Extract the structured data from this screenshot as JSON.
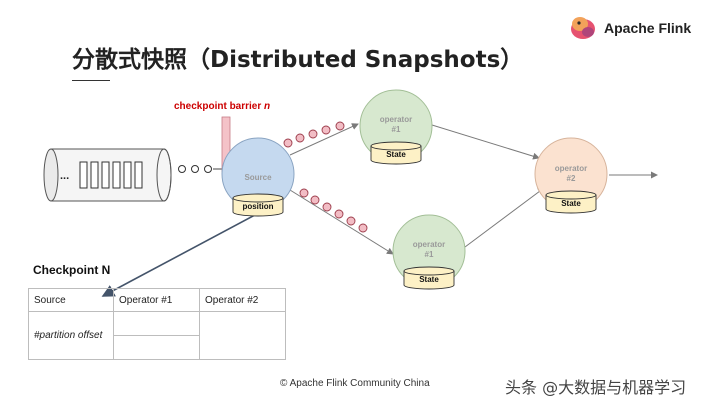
{
  "header": {
    "title": "分散式快照（Distributed Snapshots）",
    "brand": "Apache Flink"
  },
  "diagram": {
    "barrier_label": "checkpoint barrier",
    "barrier_n": "n",
    "stream_ellipsis": "...",
    "source": {
      "label": "Source",
      "store": "position"
    },
    "operator_top": {
      "line1": "operator",
      "line2": "#1",
      "store": "State"
    },
    "operator_bottom": {
      "line1": "operator",
      "line2": "#1",
      "store": "State"
    },
    "operator_right": {
      "line1": "operator",
      "line2": "#2",
      "store": "State"
    },
    "colors": {
      "source": "#c5d9ef",
      "operator1": "#d7e8cf",
      "operator2": "#fbe2d0",
      "store": "#fdf1c6",
      "barrier": "#f4c2c8",
      "event": "#f2bdc5",
      "event_stroke": "#9c3b4a"
    }
  },
  "checkpoint": {
    "title": "Checkpoint N",
    "headers": [
      "Source",
      "Operator #1",
      "Operator #2"
    ],
    "row_label": "#partition offset"
  },
  "footer": "© Apache Flink Community China",
  "watermark": "头条 @大数据与机器学习"
}
